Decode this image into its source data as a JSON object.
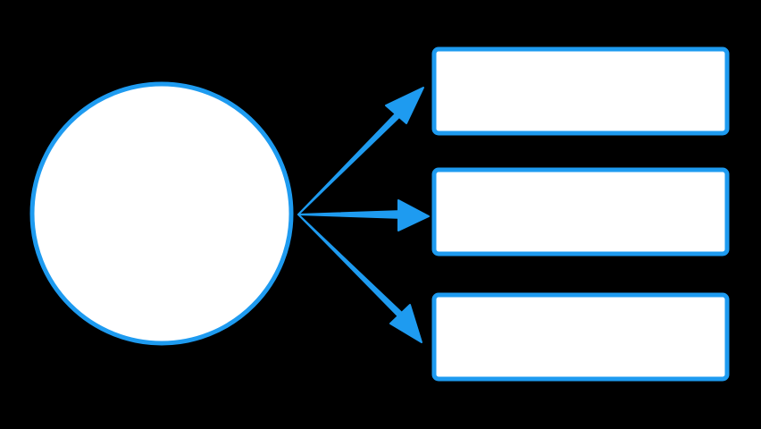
{
  "diagram": {
    "type": "one-to-many",
    "colors": {
      "background": "#000000",
      "stroke": "#1e9bf0",
      "fill": "#ffffff"
    },
    "source": {
      "shape": "circle",
      "label": ""
    },
    "targets": [
      {
        "shape": "rectangle",
        "label": ""
      },
      {
        "shape": "rectangle",
        "label": ""
      },
      {
        "shape": "rectangle",
        "label": ""
      }
    ],
    "connectors": [
      {
        "from": "source",
        "to": 0,
        "style": "tapered-arrow"
      },
      {
        "from": "source",
        "to": 1,
        "style": "tapered-arrow"
      },
      {
        "from": "source",
        "to": 2,
        "style": "tapered-arrow"
      }
    ]
  }
}
